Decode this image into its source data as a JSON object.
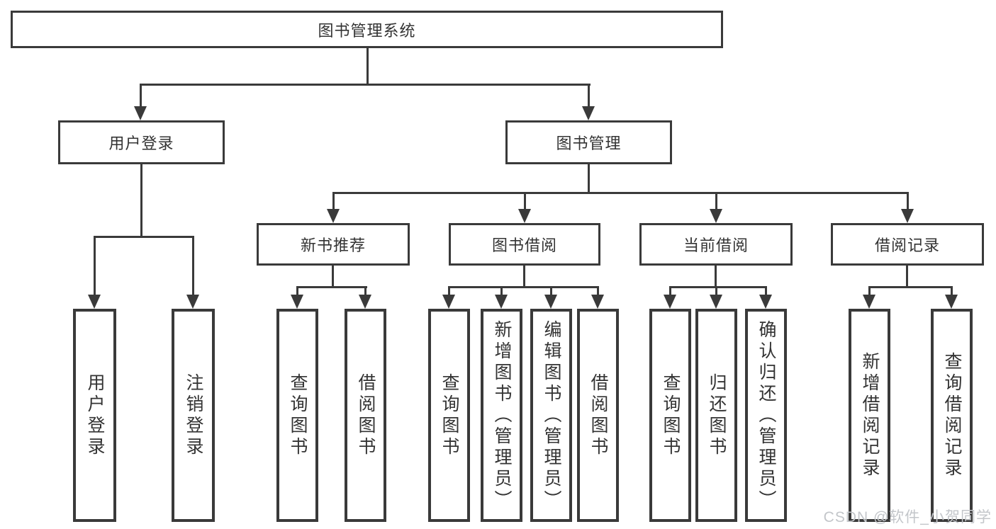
{
  "colors": {
    "line": "#3a3a3a",
    "text": "#333333",
    "watermark": "#c3c6ca",
    "background": "#ffffff"
  },
  "diagram": {
    "title": "图书管理系统",
    "level2": {
      "user_login": "用户登录",
      "book_management": "图书管理"
    },
    "level3": {
      "new_book_recommend": "新书推荐",
      "book_borrowing": "图书借阅",
      "current_borrowing": "当前借阅",
      "borrowing_records": "借阅记录"
    },
    "leaves": {
      "user_login": "用户登录",
      "logout": "注销登录",
      "recommend_query_books": "查询图书",
      "recommend_borrow_books": "借阅图书",
      "borrowing_query_books": "查询图书",
      "borrowing_add_books_admin": "新增图书（管理员）",
      "borrowing_edit_books_admin": "编辑图书（管理员）",
      "borrowing_borrow_books": "借阅图书",
      "current_query_books": "查询图书",
      "current_return_books": "归还图书",
      "current_confirm_return_admin": "确认归还（管理员）",
      "records_add_record": "新增借阅记录",
      "records_query_record": "查询借阅记录"
    }
  },
  "watermark": "CSDN @软件_小贺同学"
}
